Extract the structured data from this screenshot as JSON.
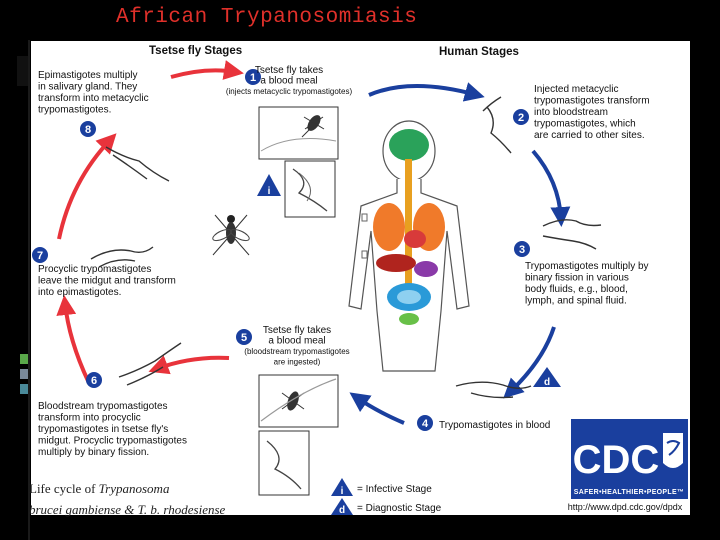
{
  "slide": {
    "title": "African Trypanosomiasis",
    "caption_line1_prefix": "Life cycle of ",
    "caption_line1_italic": "Trypanosoma",
    "caption_line2": "brucei gambiense & T. b. rhodesiense"
  },
  "diagram": {
    "header_tsetse": "Tsetse fly Stages",
    "header_human": "Human Stages",
    "steps": [
      {
        "num": "1",
        "lines": [
          "Tsetse fly takes",
          "a blood meal",
          "(injects metacyclic trypomastigotes)"
        ]
      },
      {
        "num": "2",
        "lines": [
          "Injected metacyclic",
          "trypomastigotes transform",
          "into bloodstream",
          "trypomastigotes, which",
          "are carried to other sites."
        ]
      },
      {
        "num": "3",
        "lines": [
          "Trypomastigotes multiply by",
          "binary fission in various",
          "body fluids, e.g., blood,",
          "lymph, and spinal fluid."
        ]
      },
      {
        "num": "4",
        "lines": [
          "Trypomastigotes in blood"
        ]
      },
      {
        "num": "5",
        "lines": [
          "Tsetse fly takes",
          "a blood meal",
          "(bloodstream trypomastigotes",
          "are ingested)"
        ]
      },
      {
        "num": "6",
        "lines": [
          "Bloodstream trypomastigotes",
          "transform into procyclic",
          "trypomastigotes in tsetse fly's",
          "midgut. Procyclic trypomastigotes",
          "multiply by binary fission."
        ]
      },
      {
        "num": "7",
        "lines": [
          "Procyclic trypomastigotes",
          "leave the midgut and transform",
          "into epimastigotes."
        ]
      },
      {
        "num": "8",
        "lines": [
          "Epimastigotes multiply",
          "in salivary gland. They",
          "transform into metacyclic",
          "trypomastigotes."
        ]
      }
    ],
    "legend": {
      "infective_letter": "i",
      "infective_label": "= Infective Stage",
      "diagnostic_letter": "d",
      "diagnostic_label": "= Diagnostic Stage"
    },
    "logo": {
      "text": "CDC",
      "tagline": "SAFER•HEALTHIER•PEOPLE™",
      "url": "http://www.dpd.cdc.gov/dpdx"
    },
    "colors": {
      "red_cycle": "#e8333b",
      "blue_cycle": "#1a3f9e",
      "badge": "#1a3f9e",
      "title": "#e0302a"
    }
  }
}
